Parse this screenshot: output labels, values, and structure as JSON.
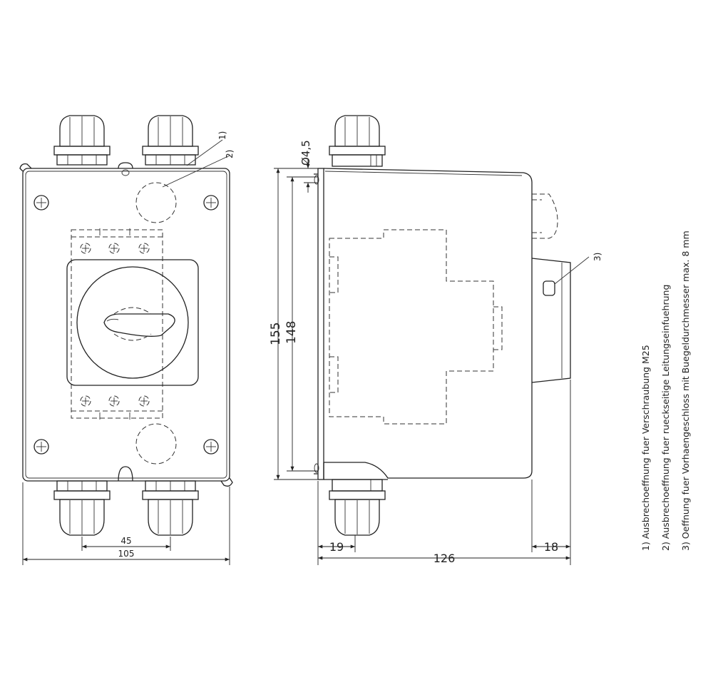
{
  "dimensions": {
    "front_45": "45",
    "front_105": "105",
    "side_155": "155",
    "side_148": "148",
    "side_hole": "Ø4,5",
    "side_19": "19",
    "side_126": "126",
    "side_18": "18"
  },
  "callouts": {
    "c1": "1)",
    "c2": "2)",
    "c3": "3)"
  },
  "notes": [
    "1) Ausbrechoeffnung fuer Verschraubung M25",
    "2) Ausbrechoeffnung fuer rueckseitige Leitungseinfuehrung",
    "3) Oeffnung fuer Vorhaengeschloss mit Buegeldurchmesser max. 8 mm"
  ]
}
